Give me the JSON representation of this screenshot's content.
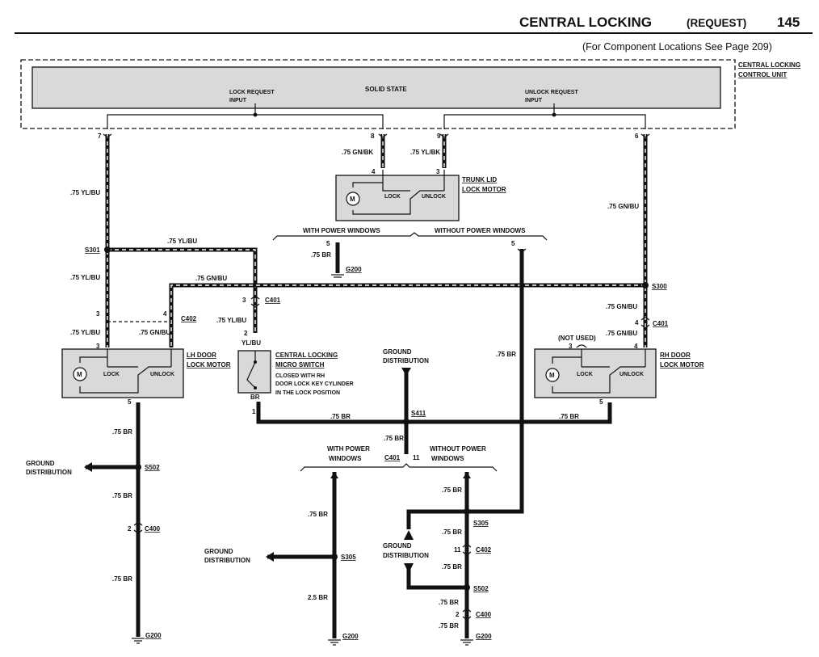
{
  "header": {
    "title": "CENTRAL LOCKING",
    "title_suffix": "(REQUEST)",
    "page_number": "145",
    "subtitle": "(For Component Locations See Page 209)"
  },
  "control_unit": {
    "name_line1": "CENTRAL LOCKING",
    "name_line2": "CONTROL UNIT",
    "inner_label": "SOLID STATE",
    "lock_input_line1": "LOCK REQUEST",
    "lock_input_line2": "INPUT",
    "unlock_input_line1": "UNLOCK REQUEST",
    "unlock_input_line2": "INPUT",
    "pins": [
      "7",
      "8",
      "9",
      "6"
    ]
  },
  "components": {
    "trunk_motor_line1": "TRUNK LID",
    "trunk_motor_line2": "LOCK MOTOR",
    "lh_motor_line1": "LH DOOR",
    "lh_motor_line2": "LOCK MOTOR",
    "rh_motor_line1": "RH DOOR",
    "rh_motor_line2": "LOCK MOTOR",
    "micro_switch_line1": "CENTRAL LOCKING",
    "micro_switch_line2": "MICRO SWITCH",
    "micro_switch_note1": "CLOSED WITH RH",
    "micro_switch_note2": "DOOR LOCK KEY CYLINDER",
    "micro_switch_note3": "IN THE LOCK POSITION",
    "motor_symbol": "M",
    "lock": "LOCK",
    "unlock": "UNLOCK",
    "not_used": "(NOT USED)"
  },
  "variants": {
    "with_pw": "WITH POWER WINDOWS",
    "without_pw": "WITHOUT POWER WINDOWS",
    "with_pw_line1": "WITH POWER",
    "without_pw_line1": "WITHOUT POWER",
    "windows": "WINDOWS"
  },
  "ground_distribution": {
    "line1": "GROUND",
    "line2": "DISTRIBUTION"
  },
  "wires": {
    "yl_bu": ".75 YL/BU",
    "gn_bu": ".75 GN/BU",
    "gn_bk": ".75 GN/BK",
    "yl_bk": ".75 YL/BK",
    "br": ".75 BR",
    "br_25": "2.5 BR",
    "yl_bu_short": "YL/BU",
    "br_short": "BR"
  },
  "splices": {
    "s301": "S301",
    "s300": "S300",
    "s411": "S411",
    "s502": "S502",
    "s305": "S305"
  },
  "connectors": {
    "c401": "C401",
    "c402": "C402",
    "c400": "C400"
  },
  "grounds": {
    "g200": "G200"
  },
  "pins": {
    "p1": "1",
    "p2": "2",
    "p3": "3",
    "p4": "4",
    "p5": "5",
    "p8": "8",
    "p11": "11"
  }
}
